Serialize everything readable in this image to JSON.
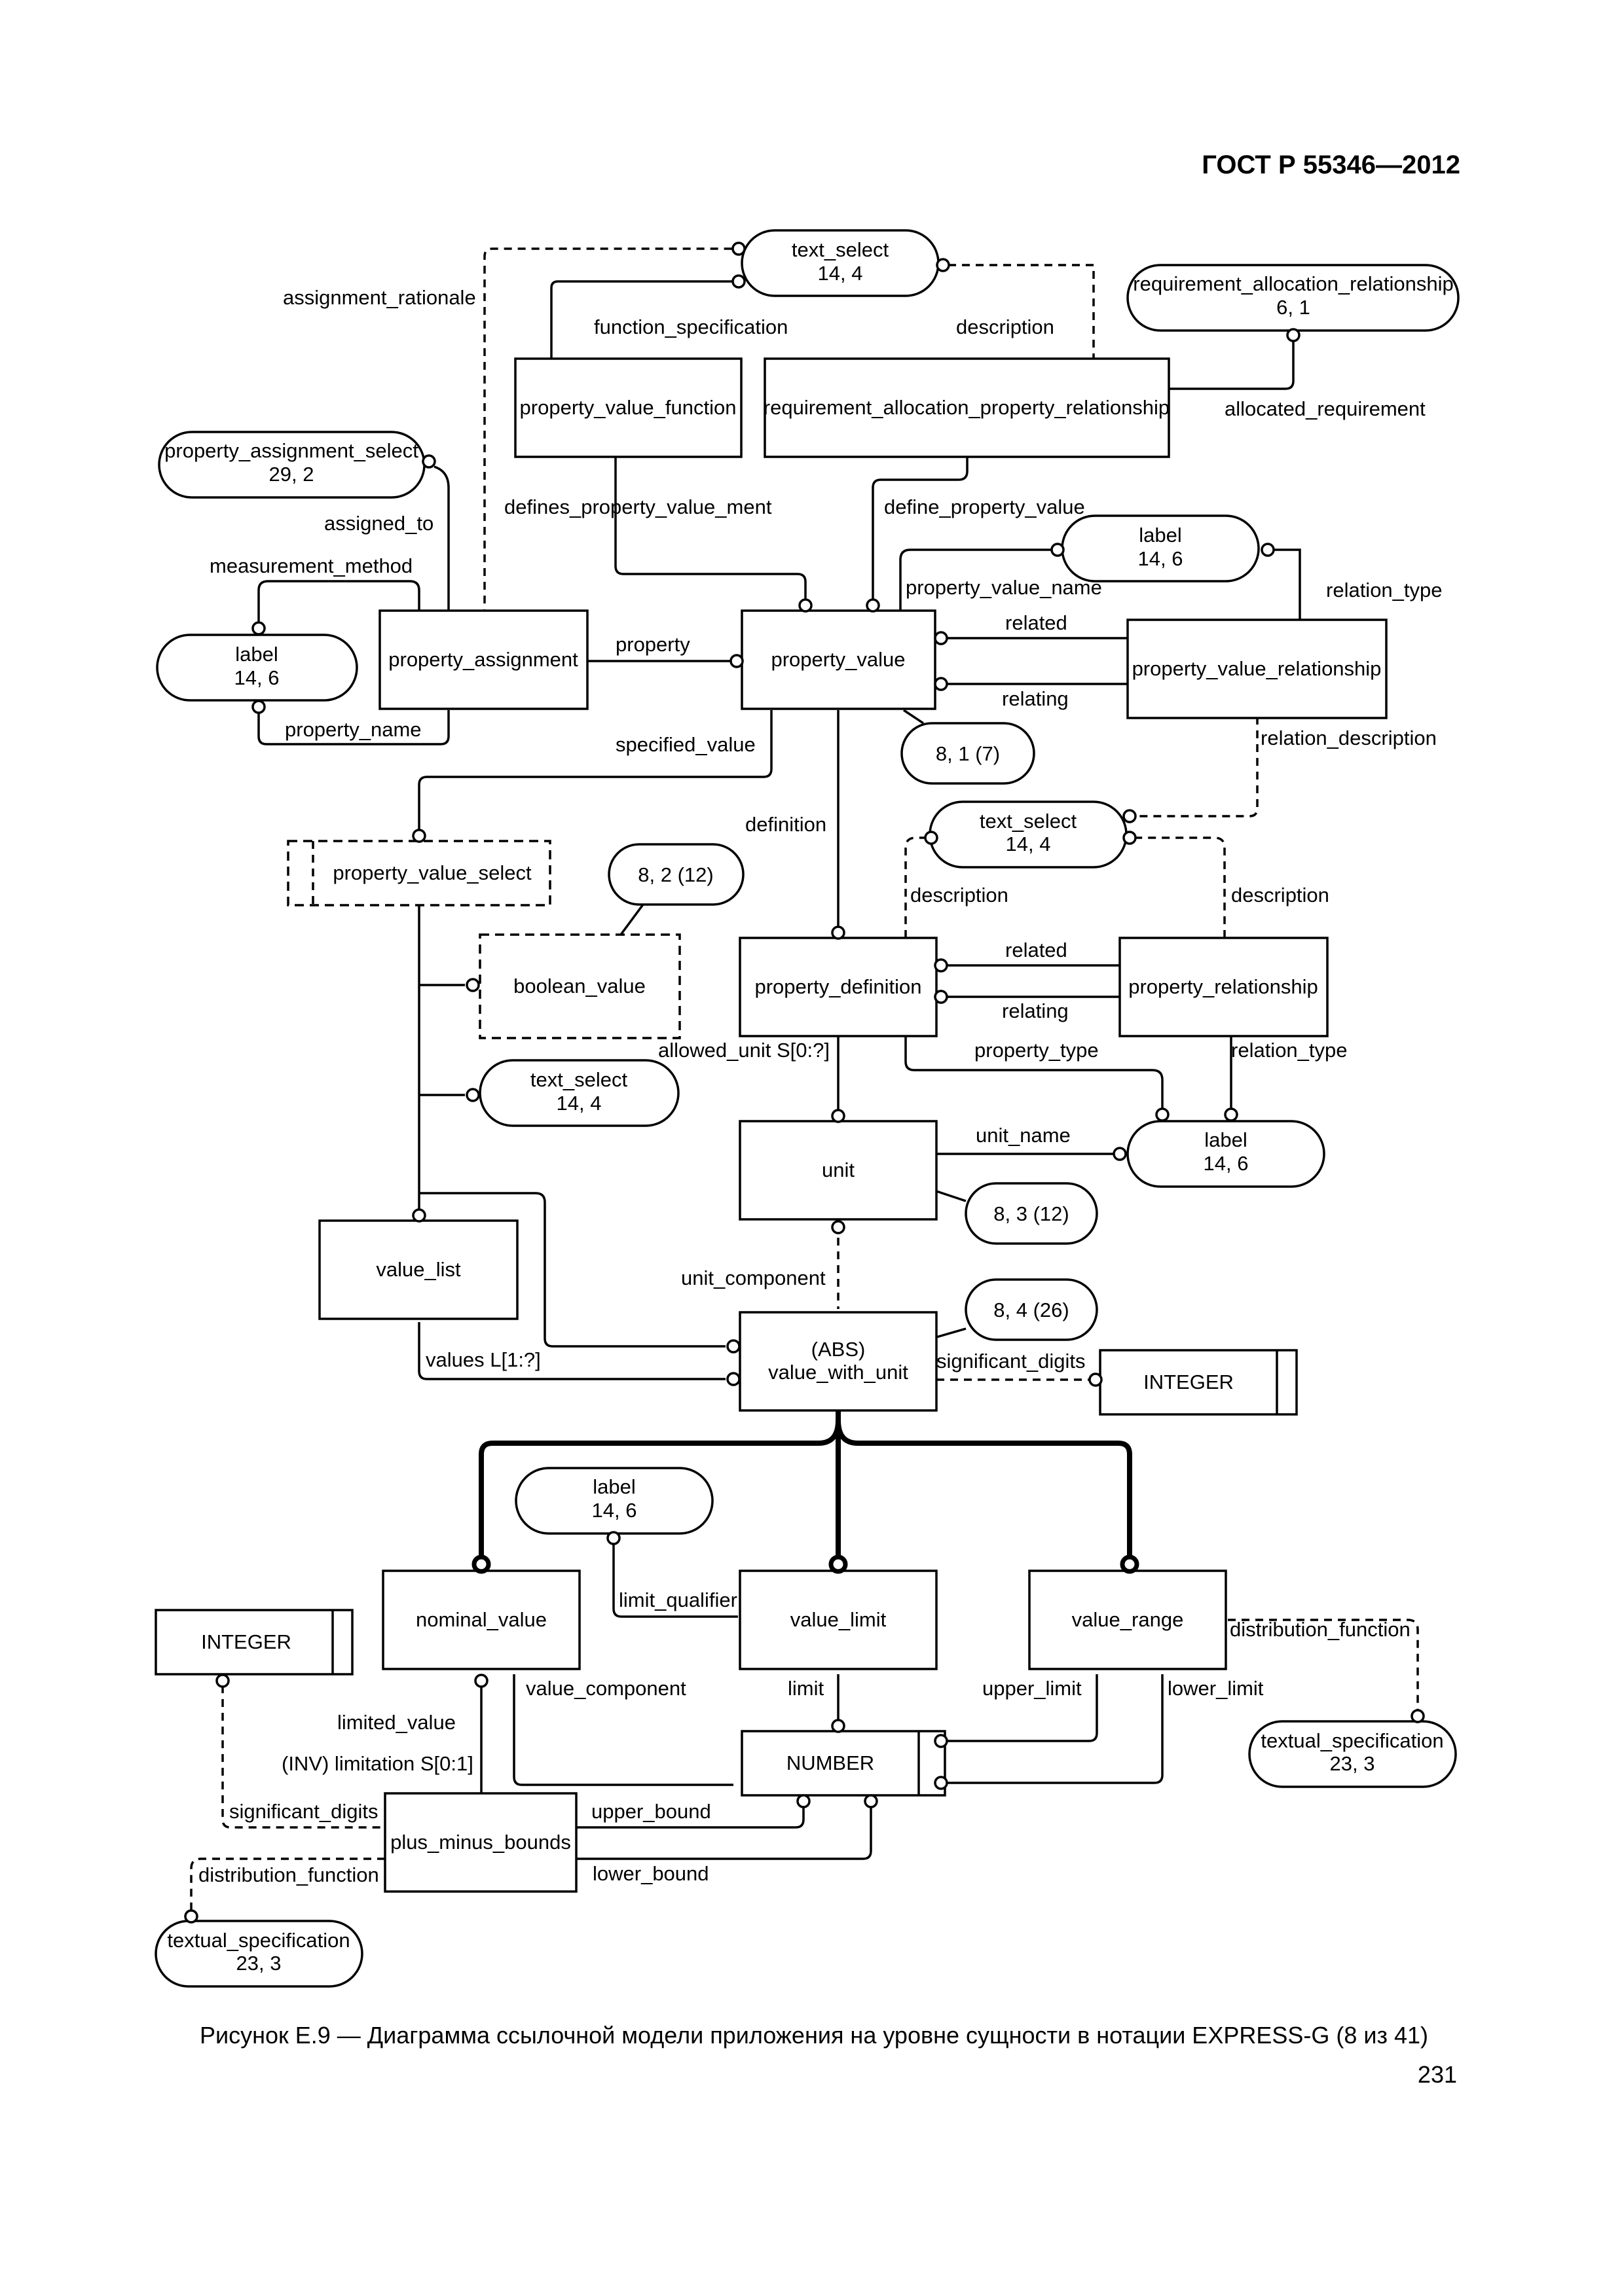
{
  "header": {
    "standard": "ГОСТ Р 55346—2012"
  },
  "caption": "Рисунок Е.9 — Диаграмма ссылочной модели приложения на уровне сущности в нотации EXPRESS-G (8 из 41)",
  "page_number": "231",
  "entities": {
    "property_value_function": "property_value_function",
    "requirement_allocation_property_relationship": "requirement_allocation_property_relationship",
    "property_assignment": "property_assignment",
    "property_value": "property_value",
    "property_value_relationship": "property_value_relationship",
    "property_value_select": "property_value_select",
    "boolean_value": "boolean_value",
    "property_definition": "property_definition",
    "property_relationship": "property_relationship",
    "unit": "unit",
    "value_list": "value_list",
    "value_with_unit_1": "(ABS)",
    "value_with_unit_2": "value_with_unit",
    "integer_right": "INTEGER",
    "integer_left": "INTEGER",
    "nominal_value": "nominal_value",
    "value_limit": "value_limit",
    "value_range": "value_range",
    "number": "NUMBER",
    "plus_minus_bounds": "plus_minus_bounds"
  },
  "references": {
    "text_select_top": [
      "text_select",
      "14, 4"
    ],
    "requirement_allocation_relationship": [
      "requirement_allocation_relationship",
      "6, 1"
    ],
    "property_assignment_select": [
      "property_assignment_select",
      "29, 2"
    ],
    "label_top_right": [
      "label",
      "14, 6"
    ],
    "label_left": [
      "label",
      "14, 6"
    ],
    "ref_8_1": [
      "8, 1 (7)"
    ],
    "text_select_mid": [
      "text_select",
      "14, 4"
    ],
    "ref_8_2": [
      "8, 2 (12)"
    ],
    "text_select_low": [
      "text_select",
      "14, 4"
    ],
    "label_unit": [
      "label",
      "14, 6"
    ],
    "ref_8_3": [
      "8, 3 (12)"
    ],
    "ref_8_4": [
      "8, 4 (26)"
    ],
    "label_bottom": [
      "label",
      "14, 6"
    ],
    "textual_spec_right": [
      "textual_specification",
      "23, 3"
    ],
    "textual_spec_left": [
      "textual_specification",
      "23, 3"
    ]
  },
  "attributes": {
    "assignment_rationale": "assignment_rationale",
    "function_specification": "function_specification",
    "description_top": "description",
    "allocated_requirement": "allocated_requirement",
    "assigned_to": "assigned_to",
    "defines_property_value_ment": "defines_property_value_ment",
    "define_property_value": "define_property_value",
    "measurement_method": "measurement_method",
    "property_value_name": "property_value_name",
    "relation_type_top": "relation_type",
    "related_top": "related",
    "property": "property",
    "relating_top": "relating",
    "property_name": "property_name",
    "specified_value": "specified_value",
    "relation_description": "relation_description",
    "definition": "definition",
    "description_mid_left": "description",
    "description_mid_right": "description",
    "related_mid": "related",
    "relating_mid": "relating",
    "allowed_unit": "allowed_unit S[0:?]",
    "property_type": "property_type",
    "relation_type_mid": "relation_type",
    "unit_name": "unit_name",
    "unit_component": "unit_component",
    "values": "values L[1:?]",
    "significant_digits_right": "significant_digits",
    "limit_qualifier": "limit_qualifier",
    "distribution_function_right": "distribution_function",
    "value_component": "value_component",
    "limit": "limit",
    "upper_limit": "upper_limit",
    "lower_limit": "lower_limit",
    "limited_value": "limited_value",
    "limitation": "(INV) limitation S[0:1]",
    "significant_digits_left": "significant_digits",
    "upper_bound": "upper_bound",
    "lower_bound": "lower_bound",
    "distribution_function_left": "distribution_function"
  }
}
